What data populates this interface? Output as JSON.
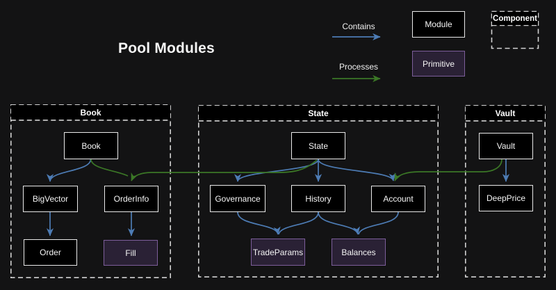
{
  "title": "Pool Modules",
  "legend": {
    "contains_label": "Contains",
    "processes_label": "Processes",
    "module_label": "Module",
    "primitive_label": "Primitive",
    "component_label": "Component"
  },
  "containers": {
    "book": {
      "title": "Book"
    },
    "state": {
      "title": "State"
    },
    "vault": {
      "title": "Vault"
    }
  },
  "nodes": {
    "book": "Book",
    "bigvector": "BigVector",
    "orderinfo": "OrderInfo",
    "order": "Order",
    "fill": "Fill",
    "state": "State",
    "governance": "Governance",
    "history": "History",
    "account": "Account",
    "tradeparams": "TradeParams",
    "balances": "Balances",
    "vault": "Vault",
    "deepprice": "DeepPrice"
  },
  "edges": [
    {
      "from": "Book",
      "to": "BigVector",
      "type": "contains"
    },
    {
      "from": "BigVector",
      "to": "Order",
      "type": "contains"
    },
    {
      "from": "OrderInfo",
      "to": "Fill",
      "type": "contains"
    },
    {
      "from": "Book",
      "to": "OrderInfo",
      "type": "processes"
    },
    {
      "from": "State",
      "to": "OrderInfo",
      "type": "processes"
    },
    {
      "from": "State",
      "to": "Governance",
      "type": "contains"
    },
    {
      "from": "State",
      "to": "History",
      "type": "contains"
    },
    {
      "from": "State",
      "to": "Account",
      "type": "contains"
    },
    {
      "from": "Governance",
      "to": "TradeParams",
      "type": "contains"
    },
    {
      "from": "History",
      "to": "TradeParams",
      "type": "contains"
    },
    {
      "from": "History",
      "to": "Balances",
      "type": "contains"
    },
    {
      "from": "Account",
      "to": "Balances",
      "type": "contains"
    },
    {
      "from": "Vault",
      "to": "DeepPrice",
      "type": "contains"
    },
    {
      "from": "Vault",
      "to": "Account",
      "type": "processes"
    }
  ],
  "colors": {
    "background": "#131314",
    "module_fill": "#000000",
    "module_border": "#e9e9e9",
    "primitive_fill": "#2a2135",
    "primitive_border": "#7d5e9b",
    "contains": "#4d7cb5",
    "processes": "#3b7726",
    "dashed_border": "#d2d2d2",
    "text": "#ffffff"
  }
}
